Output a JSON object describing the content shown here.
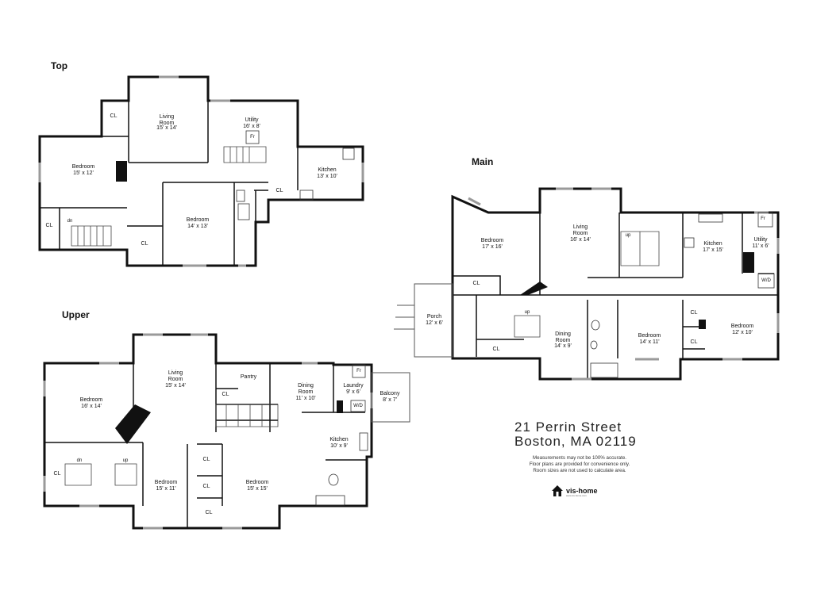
{
  "floors": {
    "top": {
      "title": "Top",
      "rooms": [
        {
          "name": "Living\nRoom",
          "size": "15' x 14'"
        },
        {
          "name": "Utility",
          "size": "16' x 8'"
        },
        {
          "name": "Bedroom",
          "size": "15' x 12'"
        },
        {
          "name": "Kitchen",
          "size": "13' x 10'"
        },
        {
          "name": "Bedroom",
          "size": "14' x 13'"
        }
      ],
      "closets": [
        "CL",
        "CL",
        "CL",
        "CL"
      ]
    },
    "upper": {
      "title": "Upper",
      "rooms": [
        {
          "name": "Living\nRoom",
          "size": "15' x 14'"
        },
        {
          "name": "Pantry",
          "size": ""
        },
        {
          "name": "Dining\nRoom",
          "size": "11' x 10'"
        },
        {
          "name": "Laundry",
          "size": "9' x 6'"
        },
        {
          "name": "Balcony",
          "size": "8' x 7'"
        },
        {
          "name": "Bedroom",
          "size": "16' x 14'"
        },
        {
          "name": "Kitchen",
          "size": "10' x 9'"
        },
        {
          "name": "Bedroom",
          "size": "15' x 11'"
        },
        {
          "name": "Bedroom",
          "size": "15' x 15'"
        }
      ],
      "closets": [
        "CL",
        "CL",
        "CL",
        "CL",
        "CL"
      ]
    },
    "main": {
      "title": "Main",
      "rooms": [
        {
          "name": "Bedroom",
          "size": "17' x 16'"
        },
        {
          "name": "Living\nRoom",
          "size": "16' x 14'"
        },
        {
          "name": "Kitchen",
          "size": "17' x 15'"
        },
        {
          "name": "Utility",
          "size": "11' x 6'"
        },
        {
          "name": "Porch",
          "size": "12' x 6'"
        },
        {
          "name": "Dining\nRoom",
          "size": "14' x 9'"
        },
        {
          "name": "Bedroom",
          "size": "14' x 11'"
        },
        {
          "name": "Bedroom",
          "size": "12' x 10'"
        }
      ],
      "closets": [
        "CL",
        "CL",
        "CL",
        "CL"
      ]
    }
  },
  "fixtures": {
    "fridge": "Fr",
    "washer_dryer": "W/D",
    "stairs_down": "dn",
    "stairs_up": "up"
  },
  "address": {
    "line1": "21 Perrin Street",
    "line2": "Boston, MA 02119"
  },
  "disclaimer": {
    "line1": "Measurements may not be 100% accurate.",
    "line2": "Floor plans are provided for convenience only.",
    "line3": "Room sizes are not used to calculate area."
  },
  "brand": {
    "name": "vis-home",
    "tagline": "www.vis-home.com"
  },
  "colors": {
    "wall": "#111111",
    "window": "#9a9a9a",
    "thin": "#555555"
  }
}
